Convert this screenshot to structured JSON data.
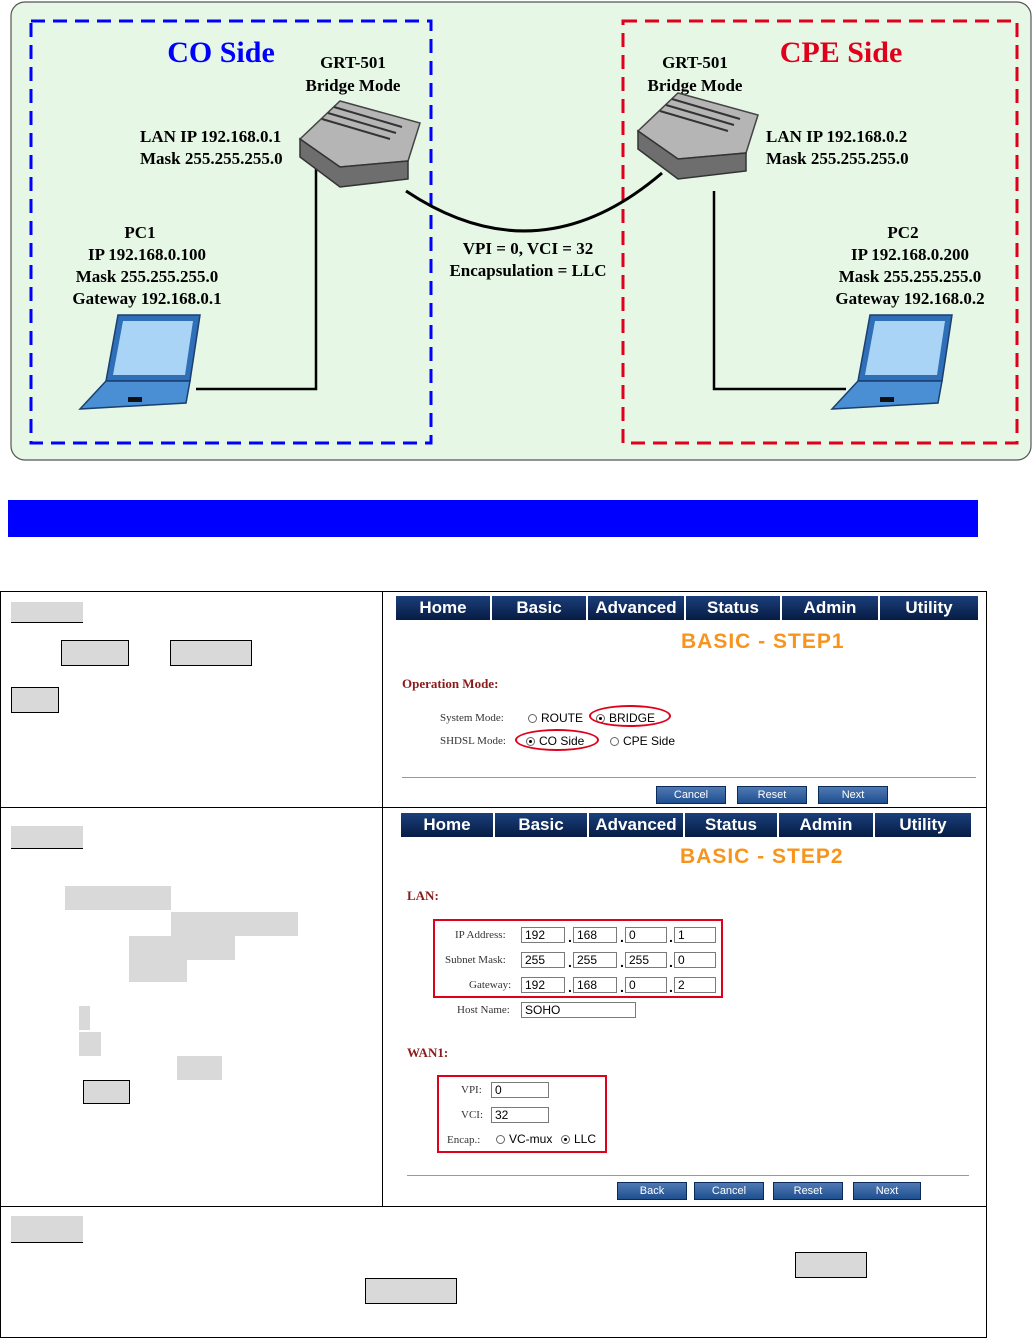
{
  "diagram": {
    "co_side": {
      "title": "CO Side",
      "title_color": "#0000ff",
      "border_color": "#0000ff",
      "router": {
        "line1": "GRT-501",
        "line2": "Bridge Mode",
        "lan_ip": "LAN IP 192.168.0.1",
        "mask": "Mask 255.255.255.0"
      },
      "pc": {
        "name": "PC1",
        "ip": "IP 192.168.0.100",
        "mask": "Mask 255.255.255.0",
        "gateway": "Gateway 192.168.0.1"
      }
    },
    "cpe_side": {
      "title": "CPE Side",
      "title_color": "#e0001b",
      "border_color": "#e0001b",
      "router": {
        "line1": "GRT-501",
        "line2": "Bridge Mode",
        "lan_ip": "LAN IP 192.168.0.2",
        "mask": "Mask 255.255.255.0"
      },
      "pc": {
        "name": "PC2",
        "ip": "IP 192.168.0.200",
        "mask": "Mask 255.255.255.0",
        "gateway": "Gateway 192.168.0.2"
      }
    },
    "link": {
      "vpi_vci": "VPI = 0, VCI = 32",
      "encapsulation": "Encapsulation = LLC"
    },
    "background_color": "#e6f7e6"
  },
  "banner_color": "#0000ff",
  "nav_tabs": [
    "Home",
    "Basic",
    "Advanced",
    "Status",
    "Admin",
    "Utility"
  ],
  "step1": {
    "title": "BASIC - STEP1",
    "section": "Operation Mode:",
    "system_mode_label": "System Mode:",
    "system_mode_options": [
      "ROUTE",
      "BRIDGE"
    ],
    "system_mode_selected": "BRIDGE",
    "shdsl_mode_label": "SHDSL Mode:",
    "shdsl_mode_options": [
      "CO Side",
      "CPE Side"
    ],
    "shdsl_mode_selected": "CO Side",
    "buttons": [
      "Cancel",
      "Reset",
      "Next"
    ]
  },
  "step2": {
    "title": "BASIC - STEP2",
    "lan_section": "LAN:",
    "ip_label": "IP Address:",
    "ip": [
      "192",
      "168",
      "0",
      "1"
    ],
    "mask_label": "Subnet Mask:",
    "mask": [
      "255",
      "255",
      "255",
      "0"
    ],
    "gateway_label": "Gateway:",
    "gateway": [
      "192",
      "168",
      "0",
      "2"
    ],
    "host_label": "Host Name:",
    "host": "SOHO",
    "wan_section": "WAN1:",
    "vpi_label": "VPI:",
    "vpi": "0",
    "vci_label": "VCI:",
    "vci": "32",
    "encap_label": "Encap.:",
    "encap_options": [
      "VC-mux",
      "LLC"
    ],
    "encap_selected": "LLC",
    "buttons": [
      "Back",
      "Cancel",
      "Reset",
      "Next"
    ]
  },
  "highlight_color": "#e0001b",
  "accent_orange": "#f7941d"
}
